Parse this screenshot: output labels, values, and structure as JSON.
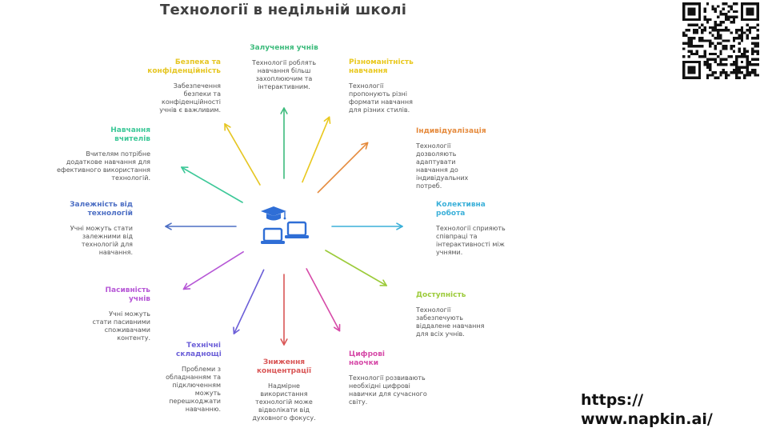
{
  "title": "Технології в недільній школі",
  "url": {
    "line1": "https://",
    "line2": "www.napkin.ai/"
  },
  "nodes": [
    {
      "id": "engagement",
      "title": "Залучення учнів",
      "desc": "Технології роблять навчання більш захоплюючим та інтерактивним.",
      "color": "#3dbb7c",
      "angle": -90
    },
    {
      "id": "diversity",
      "title": "Різноманітність навчання",
      "desc": "Технології пропонують різні формати навчання для різних стилів.",
      "color": "#e9c81e",
      "angle": -67.5
    },
    {
      "id": "individualization",
      "title": "Індивідуалізація",
      "desc": "Технології дозволяють адаптувати навчання до індивідуальних потреб.",
      "color": "#e58a3c",
      "angle": -45
    },
    {
      "id": "collaboration",
      "title": "Колективна робота",
      "desc": "Технології сприяють співпраці та інтерактивності між учнями.",
      "color": "#3bb0d9",
      "angle": 0
    },
    {
      "id": "accessibility",
      "title": "Доступність",
      "desc": "Технології забезпечують віддалене навчання для всіх учнів.",
      "color": "#9ccb3a",
      "angle": 30
    },
    {
      "id": "digital-aids",
      "title": "Цифрові наочки",
      "desc": "Технології розвивають необхідні цифрові навички для сучасного світу.",
      "color": "#d64aa8",
      "angle": 62
    },
    {
      "id": "concentration",
      "title": "Зниження концентрації",
      "desc": "Надмірне використання технологій може відволікати від духовного фокусу.",
      "color": "#d95656",
      "angle": 90
    },
    {
      "id": "tech-difficulties",
      "title": "Технічні складнощі",
      "desc": "Проблеми з обладнанням та підключенням можуть перешкоджати навчанню.",
      "color": "#6c5fd8",
      "angle": 115
    },
    {
      "id": "passivity",
      "title": "Пасивність учнів",
      "desc": "Учні можуть стати пасивними споживачами контенту.",
      "color": "#b657d6",
      "angle": 148
    },
    {
      "id": "dependence",
      "title": "Залежність від технологій",
      "desc": "Учні можуть стати залежними від технологій для навчання.",
      "color": "#4d6fc4",
      "angle": 180
    },
    {
      "id": "teacher-training",
      "title": "Навчання вчителів",
      "desc": "Вчителям потрібне додаткове навчання для ефективного використання технологій.",
      "color": "#3dc898",
      "angle": 210
    },
    {
      "id": "safety",
      "title": "Безпека та конфіденційність",
      "desc": "Забезпечення безпеки та конфіденційності учнів є важливим.",
      "color": "#e6c623",
      "angle": 240
    }
  ],
  "icons": {
    "center": "graduation-cap-laptops-icon",
    "qr": "qr-code-icon"
  }
}
